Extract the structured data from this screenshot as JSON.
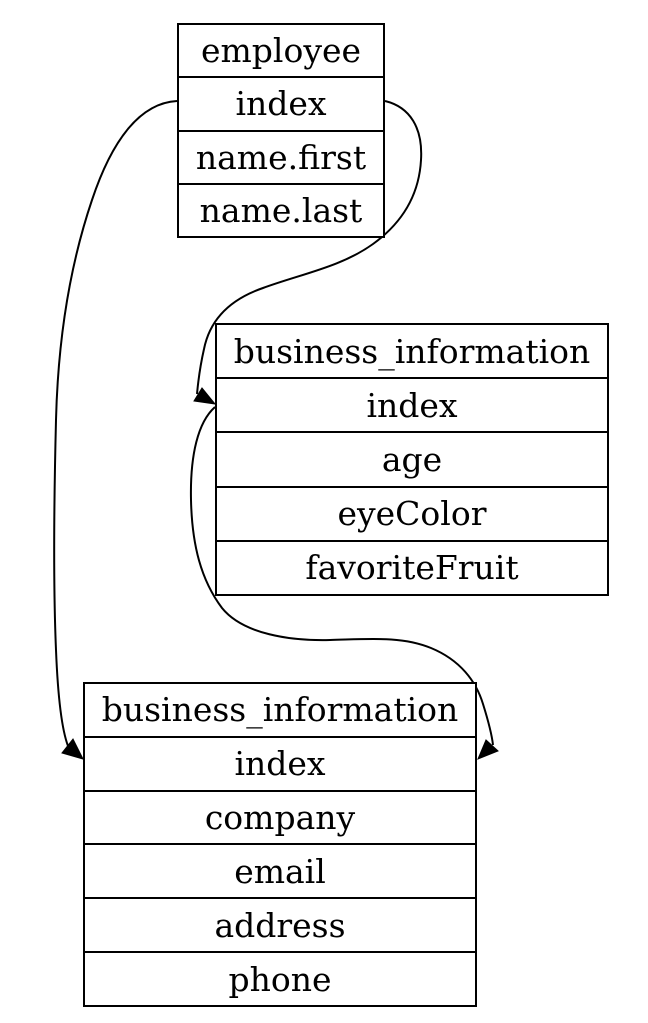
{
  "diagram": {
    "kind": "entity-relationship-record-diagram",
    "background_color": "#ffffff",
    "line_color": "#000000",
    "text_color": "#000000",
    "tables": [
      {
        "title": "employee",
        "fields": [
          "index",
          "name.first",
          "name.last"
        ]
      },
      {
        "title": "business_information",
        "fields": [
          "index",
          "age",
          "eyeColor",
          "favoriteFruit"
        ]
      },
      {
        "title": "business_information",
        "fields": [
          "index",
          "company",
          "email",
          "address",
          "phone"
        ]
      }
    ],
    "edges": [
      {
        "from": "employee.index",
        "to": "business_information(middle).index"
      },
      {
        "from": "employee.index",
        "to": "business_information(bottom).index"
      },
      {
        "from": "business_information(middle).index",
        "to": "business_information(bottom).index"
      }
    ]
  }
}
